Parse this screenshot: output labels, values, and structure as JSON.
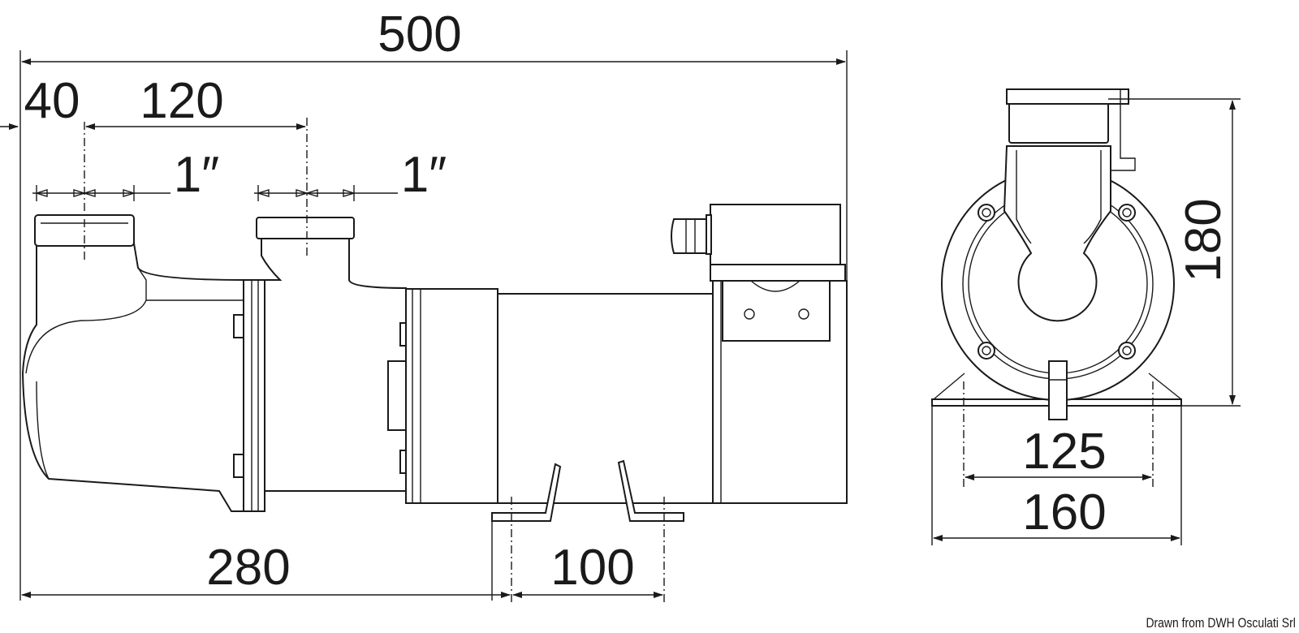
{
  "dimensions": {
    "overall_length": "500",
    "inlet_offset": "40",
    "port_spacing": "120",
    "inlet_size": "1″",
    "outlet_size": "1″",
    "base_to_foot": "280",
    "foot_spacing": "100",
    "height": "180",
    "foot_width_inner": "125",
    "foot_width_outer": "160"
  },
  "credit": "Drawn from DWH Osculati Srl"
}
